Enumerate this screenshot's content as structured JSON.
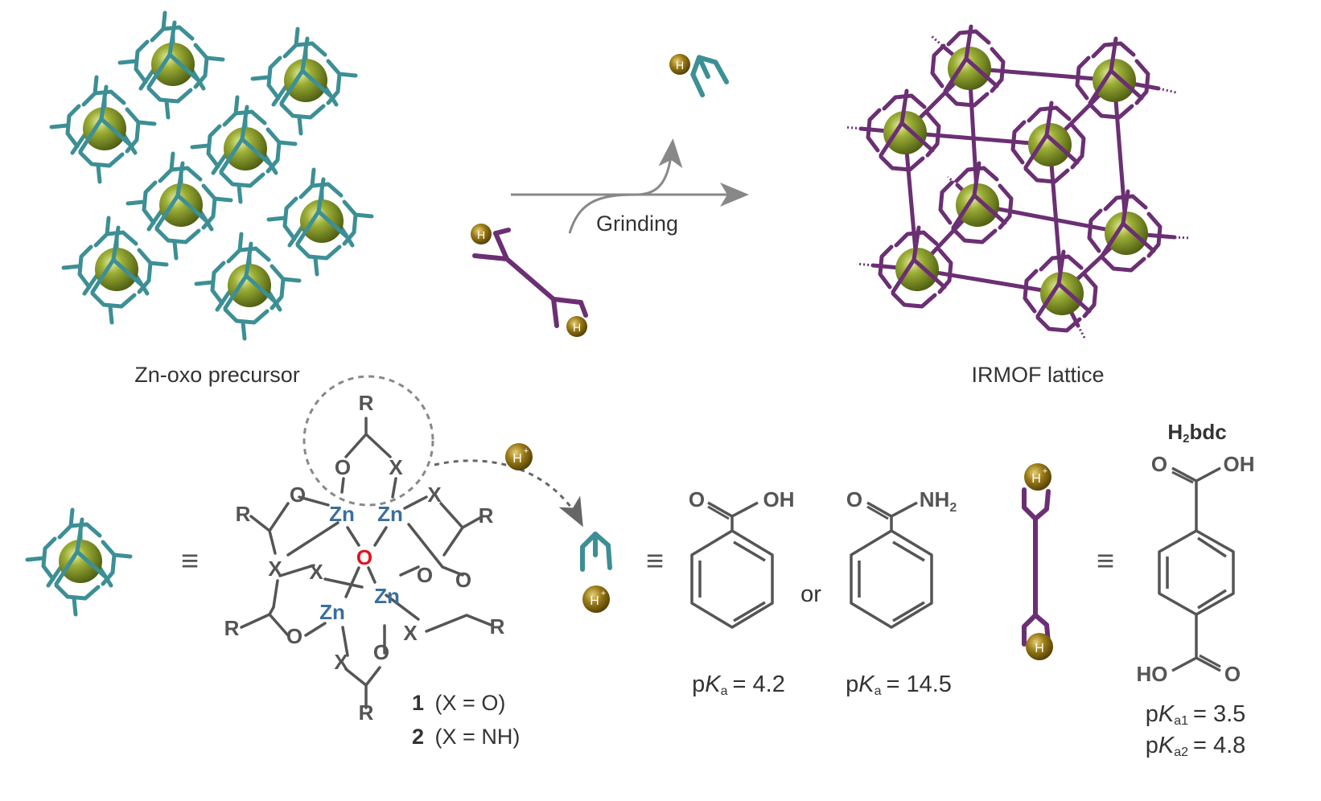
{
  "top": {
    "precursor_label": "Zn-oxo precursor",
    "lattice_label": "IRMOF lattice",
    "process_label": "Grinding",
    "h_symbol": "H"
  },
  "bottom": {
    "equiv_symbol": "≡",
    "h_plus": "H",
    "plus_sign": "+",
    "cluster": {
      "zn": "Zn",
      "o_center": "O",
      "o": "O",
      "x": "X",
      "r": "R",
      "caption1_num": "1",
      "caption1_text": "(X = O)",
      "caption2_num": "2",
      "caption2_text": "(X = NH)"
    },
    "benzoic": {
      "o": "O",
      "oh": "OH",
      "pka_p": "p",
      "pka_k": "K",
      "pka_a": "a",
      "pka_value": "= 4.2"
    },
    "or_word": "or",
    "benzamide": {
      "o": "O",
      "nh": "NH",
      "nh_sub": "2",
      "pka_p": "p",
      "pka_k": "K",
      "pka_a": "a",
      "pka_value": "= 14.5"
    },
    "h2bdc": {
      "title_h": "H",
      "title_sub": "2",
      "title_rest": "bdc",
      "o_top": "O",
      "oh_top": "OH",
      "ho_bottom": "HO",
      "o_bottom": "O",
      "pka1_p": "p",
      "pka1_k": "K",
      "pka1_sub": "a1",
      "pka1_value": "= 3.5",
      "pka2_p": "p",
      "pka2_k": "K",
      "pka2_sub": "a2",
      "pka2_value": "= 4.8"
    }
  },
  "colors": {
    "teal": "#3c8f95",
    "purple": "#6b2f73",
    "sphere": "#8a9a2a",
    "gold": "#7d6410",
    "bond": "#555555",
    "zn": "#3a6e9e",
    "oxygen_red": "#e3131b"
  }
}
